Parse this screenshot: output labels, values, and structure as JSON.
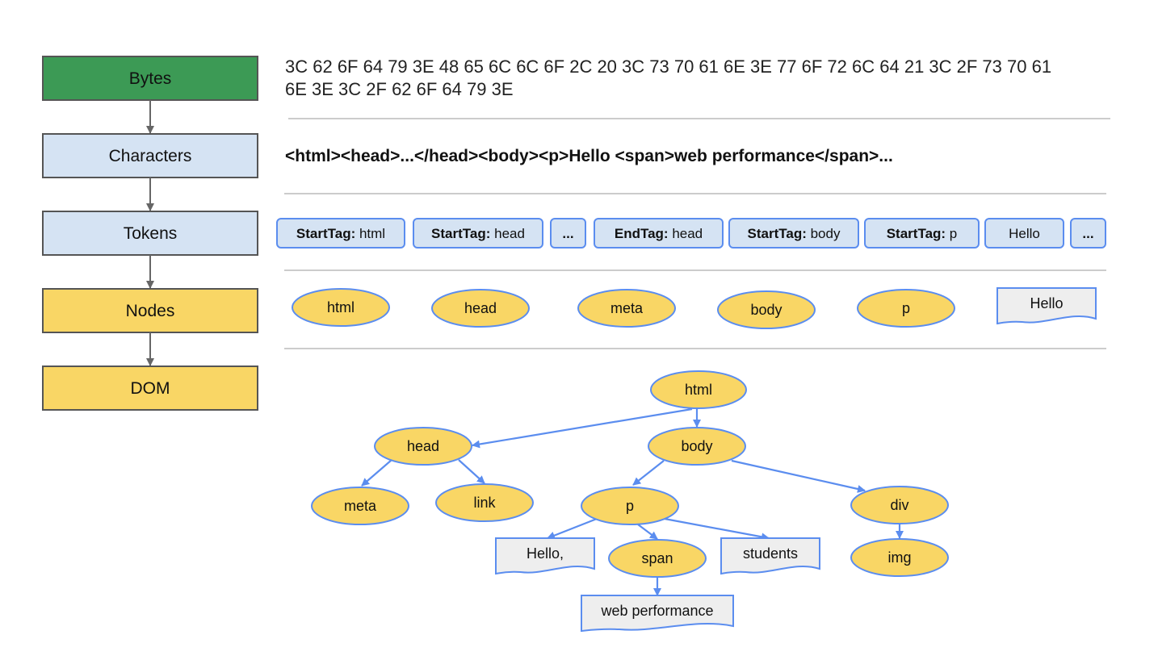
{
  "stages": [
    {
      "label": "Bytes",
      "color": "#3c9a55"
    },
    {
      "label": "Characters",
      "color": "#d5e3f3"
    },
    {
      "label": "Tokens",
      "color": "#d5e3f3"
    },
    {
      "label": "Nodes",
      "color": "#f9d665"
    },
    {
      "label": "DOM",
      "color": "#f9d665"
    }
  ],
  "bytes": {
    "line1": "3C 62 6F 64 79 3E 48 65 6C 6C 6F 2C 20 3C 73 70 61 6E 3E 77 6F 72 6C 64 21 3C 2F 73 70 61",
    "line2": "6E 3E 3C 2F 62 6F 64 79 3E"
  },
  "characters": "<html><head>...</head><body><p>Hello <span>web performance</span>...",
  "tokens": [
    {
      "kind": "StartTag:",
      "name": "html"
    },
    {
      "kind": "StartTag:",
      "name": "head"
    },
    {
      "kind": "",
      "name": "...",
      "bold": true
    },
    {
      "kind": "EndTag:",
      "name": "head"
    },
    {
      "kind": "StartTag:",
      "name": "body"
    },
    {
      "kind": "StartTag:",
      "name": "p"
    },
    {
      "kind": "",
      "name": "Hello"
    },
    {
      "kind": "",
      "name": "...",
      "bold": true
    }
  ],
  "nodes": [
    {
      "label": "html",
      "shape": "element"
    },
    {
      "label": "head",
      "shape": "element"
    },
    {
      "label": "meta",
      "shape": "element"
    },
    {
      "label": "body",
      "shape": "element"
    },
    {
      "label": "p",
      "shape": "element"
    },
    {
      "label": "Hello",
      "shape": "text"
    }
  ],
  "dom_tree": {
    "nodes": [
      {
        "id": "html",
        "label": "html",
        "shape": "element"
      },
      {
        "id": "head",
        "label": "head",
        "shape": "element"
      },
      {
        "id": "body",
        "label": "body",
        "shape": "element"
      },
      {
        "id": "meta",
        "label": "meta",
        "shape": "element"
      },
      {
        "id": "link",
        "label": "link",
        "shape": "element"
      },
      {
        "id": "p",
        "label": "p",
        "shape": "element"
      },
      {
        "id": "div",
        "label": "div",
        "shape": "element"
      },
      {
        "id": "hello",
        "label": "Hello,",
        "shape": "text"
      },
      {
        "id": "span",
        "label": "span",
        "shape": "element"
      },
      {
        "id": "students",
        "label": "students",
        "shape": "text"
      },
      {
        "id": "img",
        "label": "img",
        "shape": "element"
      },
      {
        "id": "webperf",
        "label": "web performance",
        "shape": "text"
      }
    ],
    "edges": [
      [
        "html",
        "head"
      ],
      [
        "html",
        "body"
      ],
      [
        "head",
        "meta"
      ],
      [
        "head",
        "link"
      ],
      [
        "body",
        "p"
      ],
      [
        "body",
        "div"
      ],
      [
        "p",
        "hello"
      ],
      [
        "p",
        "span"
      ],
      [
        "p",
        "students"
      ],
      [
        "span",
        "webperf"
      ],
      [
        "div",
        "img"
      ]
    ]
  },
  "colors": {
    "element_fill": "#f9d665",
    "element_stroke": "#5b8def",
    "text_node_fill": "#eeeeee",
    "token_fill": "#d5e3f3",
    "edge": "#5b8def",
    "stage_arrow": "#666666",
    "separator": "#cccccc"
  }
}
